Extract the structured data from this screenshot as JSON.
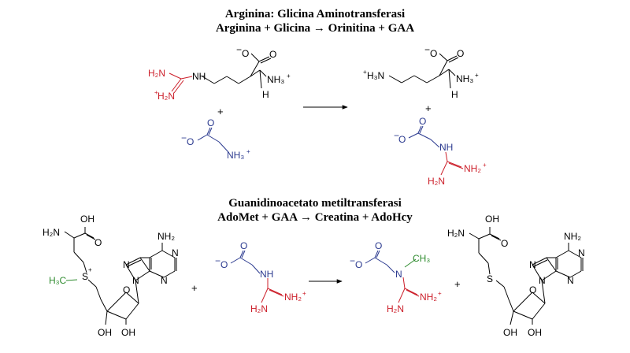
{
  "reaction1": {
    "title": "Arginina: Glicina Aminotransferasi",
    "equation": "Arginina + Glicina → Orinitina + GAA"
  },
  "reaction2": {
    "title": "Guanidinoacetato metiltransferasi",
    "equation": "AdoMet + GAA → Creatina + AdoHcy"
  },
  "labels": {
    "minus": "−",
    "plus_charge": "+",
    "plus_sign": "+",
    "o": "O",
    "oh": "OH",
    "h": "H",
    "h2n": "H₂N",
    "nh": "NH",
    "n": "N",
    "s": "S",
    "nh3": "NH₃",
    "h3n": "H₃N",
    "nh2": "NH₂",
    "h3c": "H₃C",
    "ch3": "CH₃"
  },
  "colors": {
    "black": "#000000",
    "guanidino_red": "#cc1f2a",
    "glycine_blue": "#2b3a8f",
    "methyl_green": "#2e8b2e"
  }
}
